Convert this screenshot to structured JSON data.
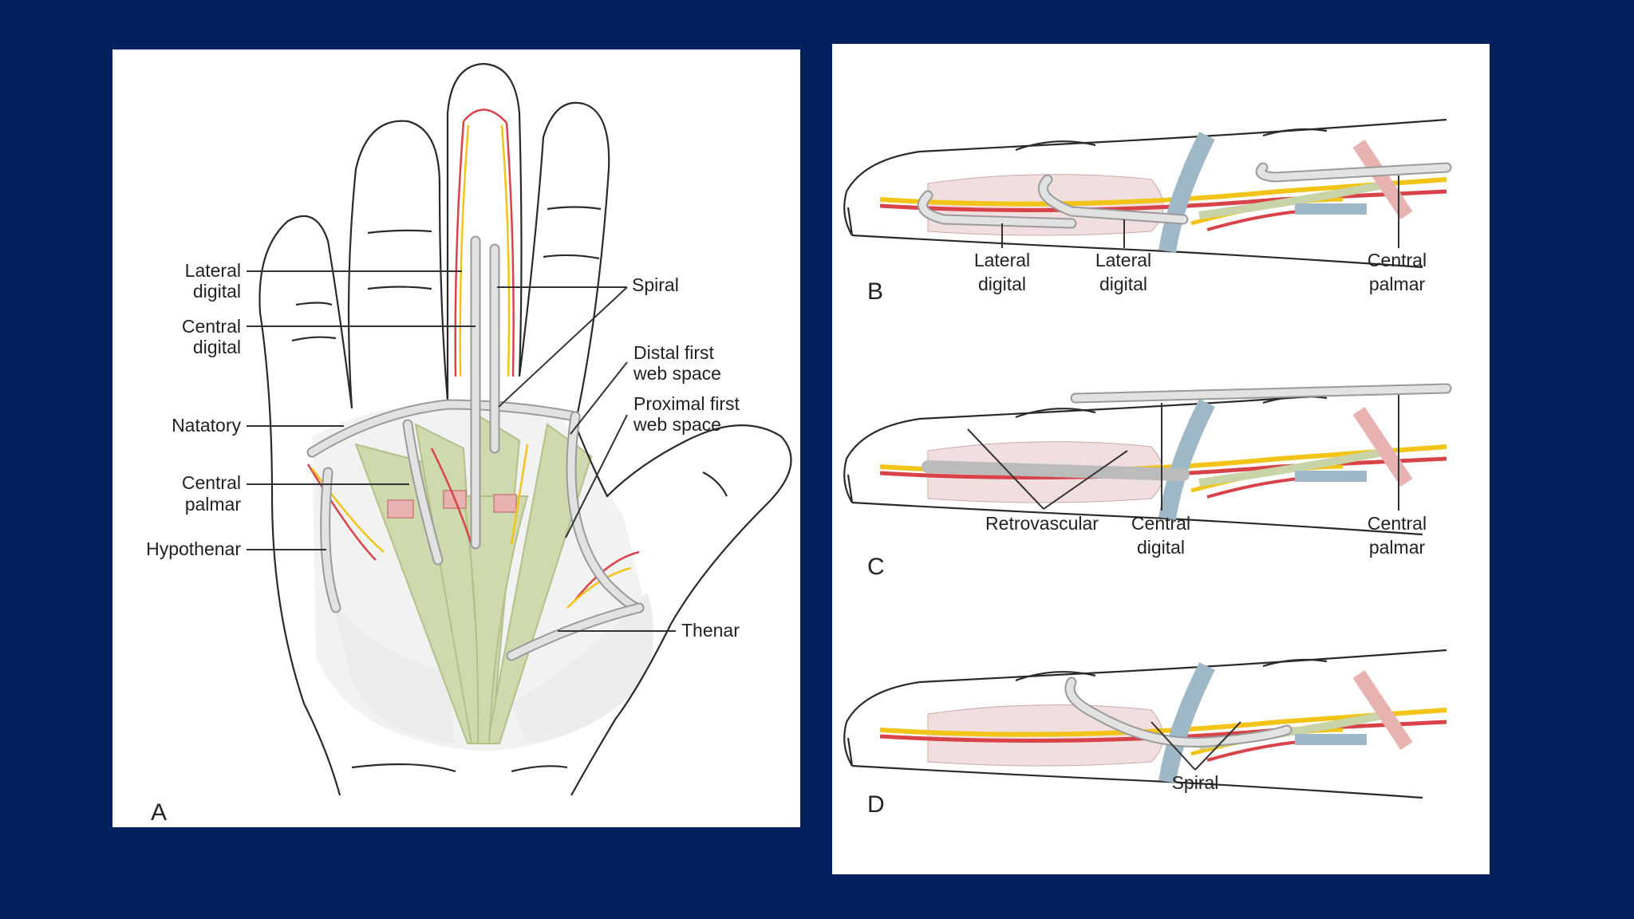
{
  "colors": {
    "background": "#03205f",
    "panel": "#ffffff",
    "ligament": "#dcdcdc",
    "tendon": "#c8d4a8",
    "artery": "#d8434a",
    "nerve": "#f2c418",
    "vein_band": "#9fb8c8",
    "pulley": "#e8b2b0"
  },
  "icons": {
    "hand": "palm-hand-drawing",
    "finger": "finger-side-drawing"
  },
  "panelA": {
    "letter": "A",
    "labels": {
      "lateral_digital_1": "Lateral",
      "lateral_digital_2": "digital",
      "central_digital_1": "Central",
      "central_digital_2": "digital",
      "natatory": "Natatory",
      "central_palmar_1": "Central",
      "central_palmar_2": "palmar",
      "hypothenar": "Hypothenar",
      "spiral": "Spiral",
      "distal_first_1": "Distal first",
      "distal_first_2": "web space",
      "proximal_first_1": "Proximal first",
      "proximal_first_2": "web space",
      "thenar": "Thenar"
    }
  },
  "panelB": {
    "letter": "B",
    "labels": {
      "lateral_digital_a1": "Lateral",
      "lateral_digital_a2": "digital",
      "lateral_digital_b1": "Lateral",
      "lateral_digital_b2": "digital",
      "central_palmar_1": "Central",
      "central_palmar_2": "palmar"
    }
  },
  "panelC": {
    "letter": "C",
    "labels": {
      "retrovascular": "Retrovascular",
      "central_digital_1": "Central",
      "central_digital_2": "digital",
      "central_palmar_1": "Central",
      "central_palmar_2": "palmar"
    }
  },
  "panelD": {
    "letter": "D",
    "labels": {
      "spiral": "Spiral"
    }
  }
}
